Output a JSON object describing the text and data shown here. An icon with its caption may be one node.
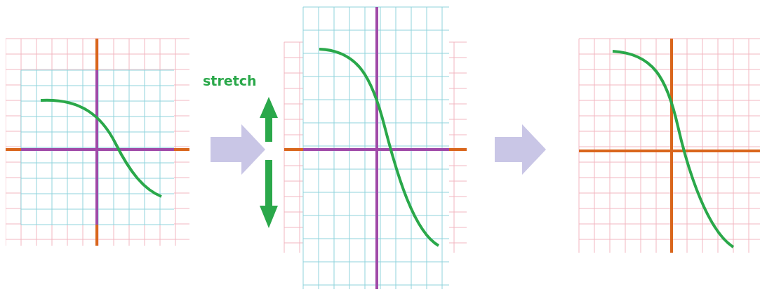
{
  "diagram": {
    "nodes": [
      {
        "text": [],
        "shape": "picture"
      },
      {
        "text": [],
        "shape": "picture"
      },
      {
        "text": [],
        "shape": "picture"
      }
    ],
    "edges": [
      {
        "from": 0,
        "to": 1,
        "arrow": "to"
      },
      {
        "from": 1,
        "to": 2,
        "arrow": "to"
      }
    ],
    "labels": [
      "stretch"
    ]
  }
}
